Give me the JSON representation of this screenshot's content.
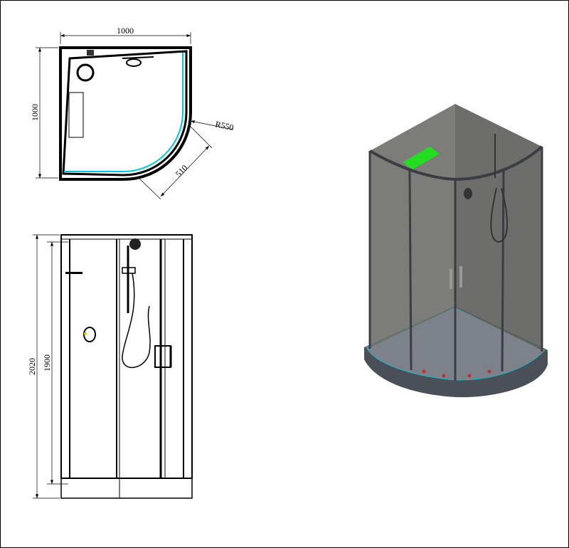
{
  "plan_view": {
    "width_label": "1000",
    "depth_label": "1000",
    "radius_label": "R550",
    "door_label": "510"
  },
  "front_view": {
    "total_height_label": "2020",
    "glass_height_label": "1900"
  },
  "colors": {
    "line": "#000000",
    "glass_edge": "#00c8d8",
    "wall_gray": "#6e6e6a",
    "tray": "#4b4f57",
    "roof_light": "#22dd22"
  }
}
